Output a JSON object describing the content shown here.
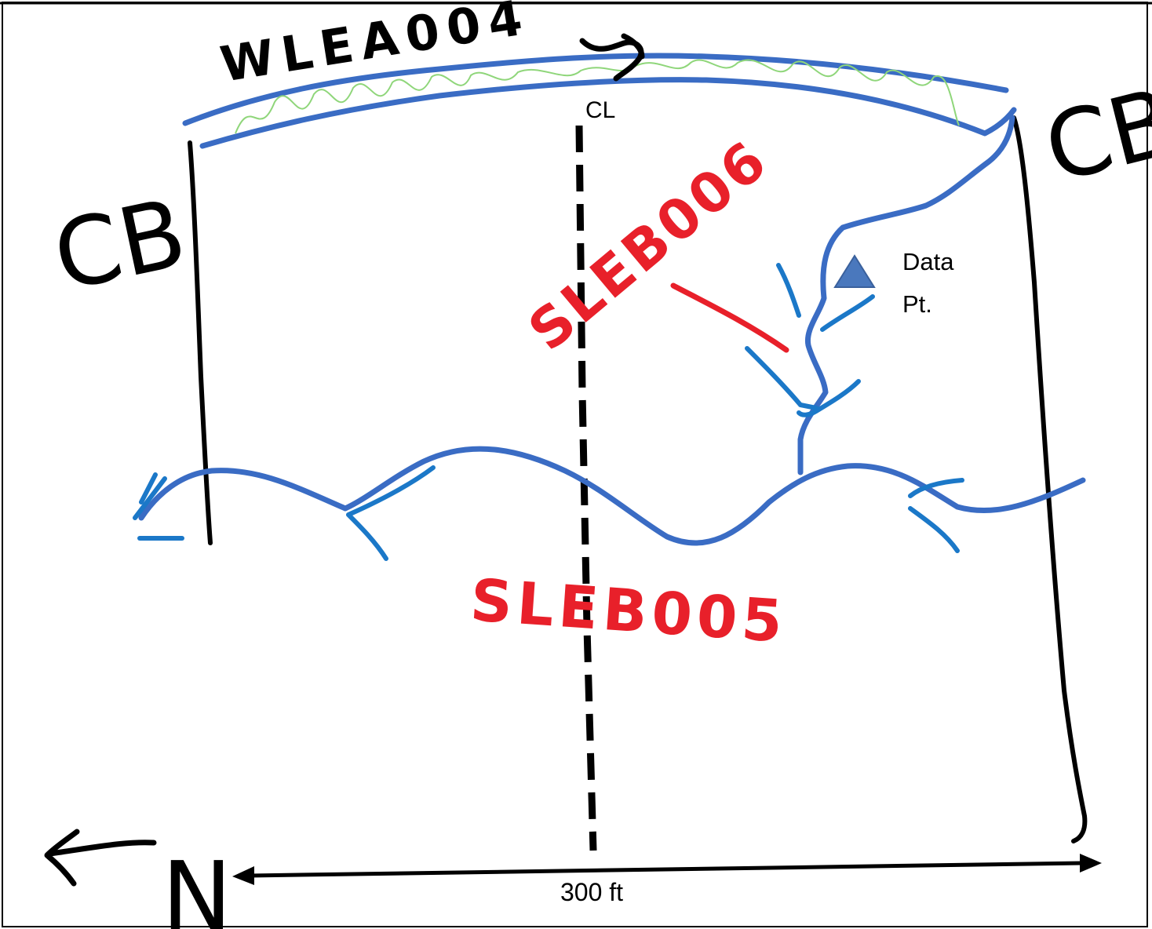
{
  "labels": {
    "wetland_top": "WLEA004",
    "stream_upper": "SLEB006",
    "stream_lower": "SLEB005",
    "channel_bank_left": "CB",
    "channel_bank_right": "CB",
    "centerline": "CL",
    "data_point_line1": "Data",
    "data_point_line2": "Pt.",
    "scale": "300 ft",
    "north": "N"
  },
  "icons": {
    "data_point": "triangle-icon",
    "north_arrow": "arrow-left-icon",
    "scale_bar": "double-arrow-icon"
  },
  "colors": {
    "handwritten_red": "#e8202a",
    "stream_blue": "#3a6cc4",
    "flow_blue": "#1b78c8",
    "wetland_green": "#8fd67a",
    "data_point_fill": "#4a78bd",
    "ink_black": "#000000"
  }
}
